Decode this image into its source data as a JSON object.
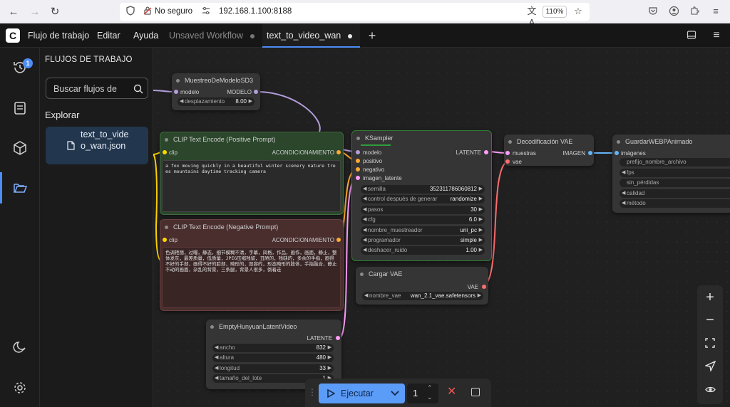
{
  "browser": {
    "security_label": "No seguro",
    "url": "192.168.1.100:8188",
    "zoom": "110%"
  },
  "app": {
    "menu": [
      "Flujo de trabajo",
      "Editar",
      "Ayuda"
    ],
    "tabs": [
      {
        "label": "Unsaved Workflow",
        "active": false
      },
      {
        "label": "text_to_video_wan",
        "active": true
      }
    ],
    "queue_badge": "1"
  },
  "panel": {
    "title": "FLUJOS DE TRABAJO",
    "search_placeholder": "Buscar flujos de",
    "explore_label": "Explorar",
    "workflow_item": "text_to_video_wan.json"
  },
  "nodes": {
    "sd3": {
      "title": "MuestreoDeModeloSD3",
      "in_model": "modelo",
      "out_model": "MODELO",
      "w_label": "desplazamiento",
      "w_value": "8.00"
    },
    "clip_pos": {
      "title": "CLIP Text Encode (Positive Prompt)",
      "in_clip": "clip",
      "out": "ACONDICIONAMIENTO",
      "text": "a fox moving quickly in a beautiful winter scenery nature trees mountains daytime tracking camera"
    },
    "clip_neg": {
      "title": "CLIP Text Encode (Negative Prompt)",
      "in_clip": "clip",
      "out": "ACONDICIONAMIENTO",
      "text": "色调艳丽，过曝，静态，细节模糊不清，字幕，风格，作品，画作，画面，静止，整体发灰，最差质量，低质量，JPEG压缩残留，丑陋的，残缺的，多余的手指，画得不好的手部，画得不好的脸部，畸形的，毁容的，形态畸形的肢体，手指融合，静止不动的画面，杂乱的背景，三条腿，背景人很多，倒着走"
    },
    "ksampler": {
      "title": "KSampler",
      "inputs": [
        "modelo",
        "positivo",
        "negativo",
        "imagen_latente"
      ],
      "out": "LATENTE",
      "widgets": [
        {
          "label": "semilla",
          "value": "352311786060812"
        },
        {
          "label": "control después de generar",
          "value": "randomize"
        },
        {
          "label": "pasos",
          "value": "30"
        },
        {
          "label": "cfg",
          "value": "6.0"
        },
        {
          "label": "nombre_muestreador",
          "value": "uni_pc"
        },
        {
          "label": "programador",
          "value": "simple"
        },
        {
          "label": "deshacer_ruido",
          "value": "1.00"
        }
      ]
    },
    "vae_decode": {
      "title": "Decodificación VAE",
      "inputs": [
        "muestras",
        "vae"
      ],
      "out": "IMAGEN"
    },
    "save_webp": {
      "title": "GuardarWEBPAnimado",
      "in": "imágenes",
      "widgets": [
        "prefijo_nombre_archivo",
        "fps",
        "sin_pérdidas",
        "calidad",
        "método"
      ]
    },
    "vae_load": {
      "title": "Cargar VAE",
      "out": "VAE",
      "w_label": "nombre_vae",
      "w_value": "wan_2.1_vae.safetensors"
    },
    "latent": {
      "title": "EmptyHunyuanLatentVideo",
      "out": "LATENTE",
      "widgets": [
        {
          "label": "ancho",
          "value": "832"
        },
        {
          "label": "altura",
          "value": "480"
        },
        {
          "label": "longitud",
          "value": "33"
        },
        {
          "label": "tamaño_del_lote",
          "value": "1"
        }
      ]
    }
  },
  "run_bar": {
    "run_label": "Ejecutar",
    "batch_count": "1"
  },
  "colors": {
    "accent": "#4c8df6",
    "clip_node": "#2d4d2d",
    "clip_neg_node": "#4a2e2e",
    "model_port": "#b39ddb",
    "clip_port": "#ffd500",
    "cond_port": "#ffa931",
    "latent_port": "#ff9cf9",
    "vae_port": "#ff6e6e",
    "image_port": "#64b5f6"
  }
}
